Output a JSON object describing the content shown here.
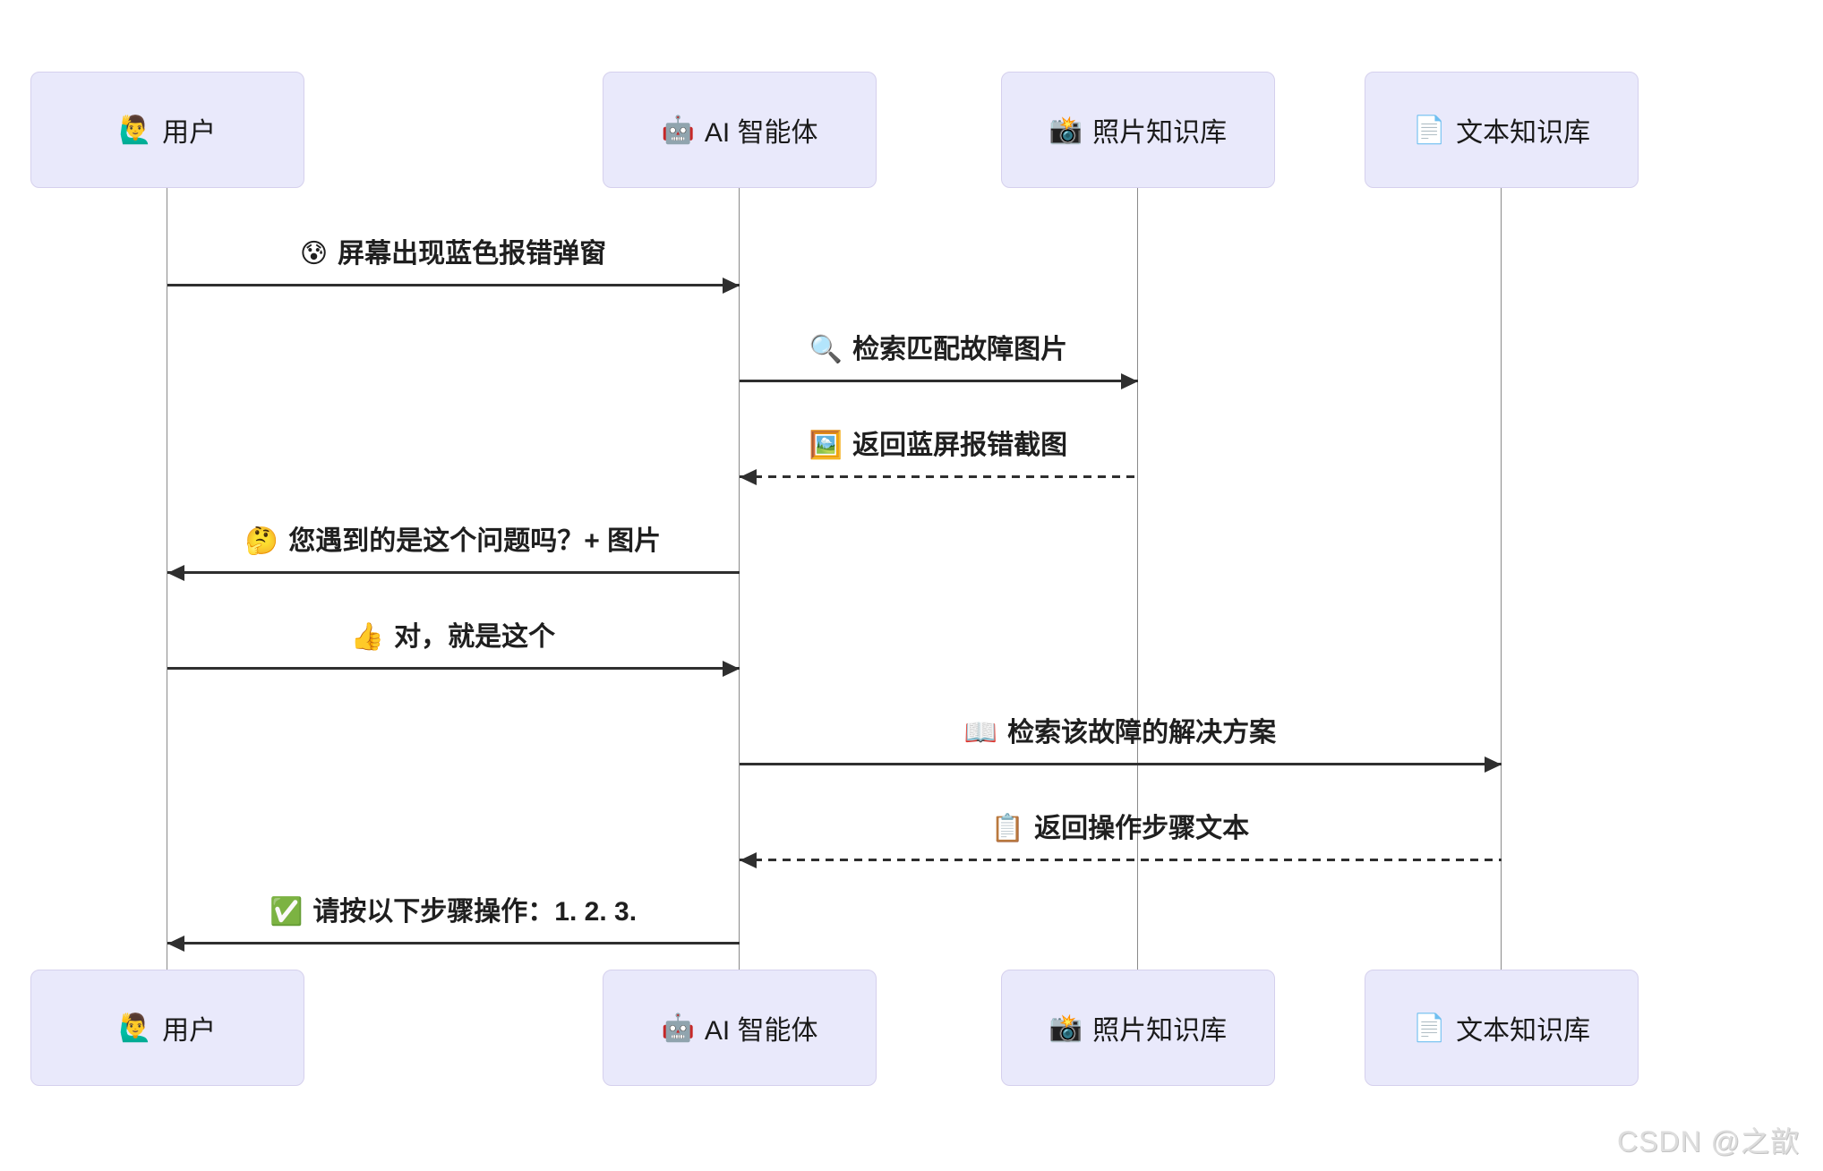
{
  "diagram": {
    "type": "sequence-diagram",
    "actors": [
      {
        "id": "user",
        "icon": "🙋‍♂️",
        "label": "用户"
      },
      {
        "id": "ai-agent",
        "icon": "🤖",
        "label": "AI 智能体"
      },
      {
        "id": "photo-kb",
        "icon": "📸",
        "label": "照片知识库"
      },
      {
        "id": "text-kb",
        "icon": "📄",
        "label": "文本知识库"
      }
    ],
    "messages": [
      {
        "from": "user",
        "to": "ai-agent",
        "line": "solid",
        "icon": "😰",
        "text": "屏幕出现蓝色报错弹窗"
      },
      {
        "from": "ai-agent",
        "to": "photo-kb",
        "line": "solid",
        "icon": "🔍",
        "text": "检索匹配故障图片"
      },
      {
        "from": "photo-kb",
        "to": "ai-agent",
        "line": "dashed",
        "icon": "🖼️",
        "text": "返回蓝屏报错截图"
      },
      {
        "from": "ai-agent",
        "to": "user",
        "line": "solid",
        "icon": "🤔",
        "text": "您遇到的是这个问题吗？+ 图片"
      },
      {
        "from": "user",
        "to": "ai-agent",
        "line": "solid",
        "icon": "👍",
        "text": "对，就是这个"
      },
      {
        "from": "ai-agent",
        "to": "text-kb",
        "line": "solid",
        "icon": "📖",
        "text": "检索该故障的解决方案"
      },
      {
        "from": "text-kb",
        "to": "ai-agent",
        "line": "dashed",
        "icon": "📋",
        "text": "返回操作步骤文本"
      },
      {
        "from": "ai-agent",
        "to": "user",
        "line": "solid",
        "icon": "✅",
        "text": "请按以下步骤操作：1. 2. 3."
      }
    ],
    "colors": {
      "actor_fill": "#e9e9fb",
      "actor_border": "#d5d0ed",
      "lifeline": "#8a8a8a",
      "arrow": "#2f2f2f",
      "text": "#1f1f1f",
      "background": "#ffffff"
    }
  },
  "watermark": {
    "text": "CSDN @之歆"
  }
}
